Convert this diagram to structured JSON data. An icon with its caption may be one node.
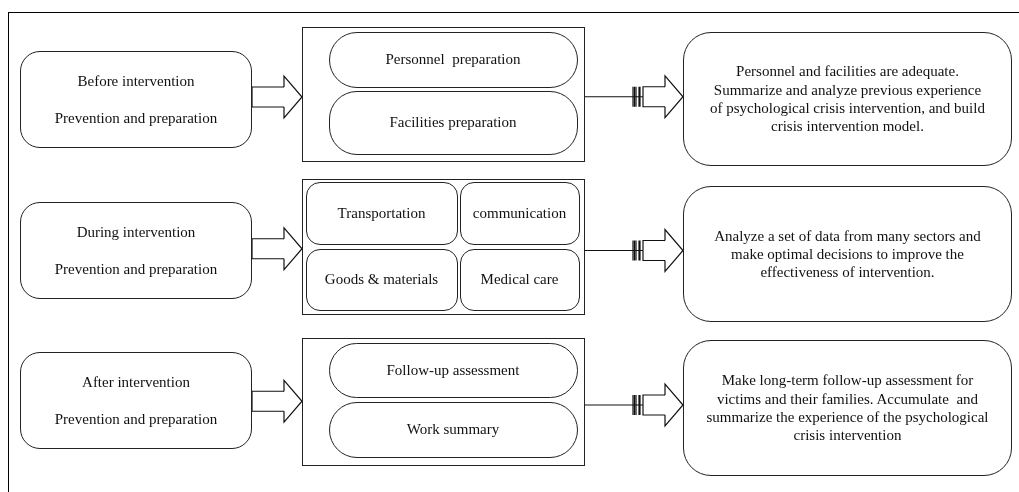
{
  "diagram": {
    "nodes": [
      {
        "text": [
          "Before intervention",
          "Prevention and preparation"
        ]
      },
      {
        "text": [],
        "shape": "box"
      },
      {
        "text": [
          "Personnel  preparation"
        ],
        "in": 1
      },
      {
        "text": [
          "Facilities preparation"
        ],
        "in": 1
      },
      {
        "text": [
          "Personnel and facilities are adequate. Summarize and analyze previous experience of psychological crisis intervention, and build crisis intervention model."
        ]
      },
      {
        "text": [
          "During intervention",
          "Prevention and preparation"
        ]
      },
      {
        "text": [],
        "shape": "box"
      },
      {
        "text": [
          "Transportation"
        ],
        "in": 6
      },
      {
        "text": [
          "communication"
        ],
        "in": 6
      },
      {
        "text": [
          "Goods & materials"
        ],
        "in": 6
      },
      {
        "text": [
          "Medical care"
        ],
        "in": 6
      },
      {
        "text": [
          "Analyze a set of data from many sectors and make optimal decisions to improve the effectiveness of intervention."
        ]
      },
      {
        "text": [
          "After intervention",
          "Prevention and preparation"
        ]
      },
      {
        "text": [],
        "shape": "box"
      },
      {
        "text": [
          "Follow-up assessment"
        ],
        "in": 13
      },
      {
        "text": [
          "Work summary"
        ],
        "in": 13
      },
      {
        "text": [
          "Make long-term follow-up assessment for victims and their families. Accumulate  and summarize the experience of the psychological crisis intervention"
        ]
      }
    ],
    "edges": [
      {
        "from": 0,
        "to": 1,
        "arrow": "to"
      },
      {
        "from": 1,
        "to": 4,
        "arrow": "to"
      },
      {
        "from": 5,
        "to": 6,
        "arrow": "to"
      },
      {
        "from": 6,
        "to": 11,
        "arrow": "to"
      },
      {
        "from": 12,
        "to": 13,
        "arrow": "to"
      },
      {
        "from": 13,
        "to": 16,
        "arrow": "to"
      }
    ]
  }
}
